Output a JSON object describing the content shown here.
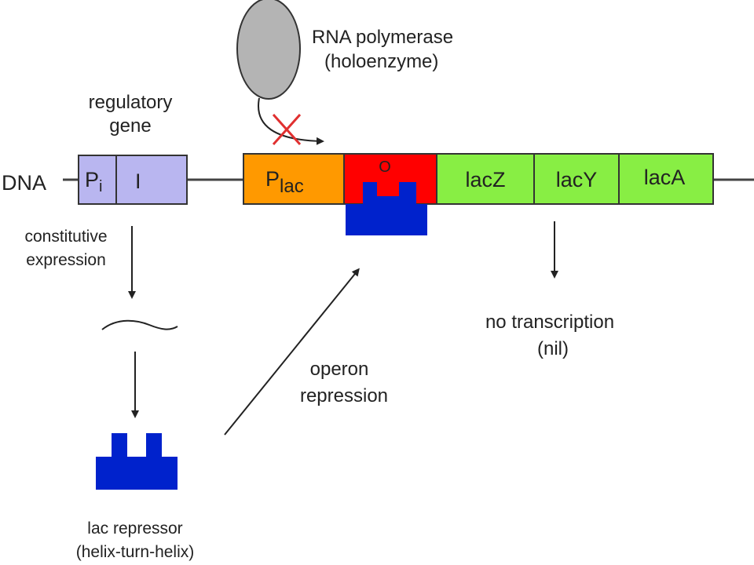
{
  "labels": {
    "dna": "DNA",
    "rna_polymerase_line1": "RNA polymerase",
    "rna_polymerase_line2": "(holoenzyme)",
    "regulatory_gene_line1": "regulatory",
    "regulatory_gene_line2": "gene",
    "pi_main": "P",
    "pi_sub": "i",
    "i_gene": "I",
    "plac_main": "P",
    "plac_sub": "lac",
    "operator": "O",
    "lacZ": "lacZ",
    "lacY": "lacY",
    "lacA": "lacA",
    "constitutive_line1": "constitutive",
    "constitutive_line2": "expression",
    "operon_repression_line1": "operon",
    "operon_repression_line2": "repression",
    "no_transcription_line1": "no transcription",
    "no_transcription_line2": "(nil)",
    "lac_repressor_line1": "lac repressor",
    "lac_repressor_line2": "(helix-turn-helix)"
  },
  "colors": {
    "regulatory_gene": "#b9b6f0",
    "promoter": "#ff9900",
    "operator": "#ff0000",
    "structural_genes": "#88ee44",
    "repressor": "#0022cc",
    "polymerase": "#b4b4b4",
    "blocked_cross": "#e03030",
    "dna_line": "#444444"
  }
}
